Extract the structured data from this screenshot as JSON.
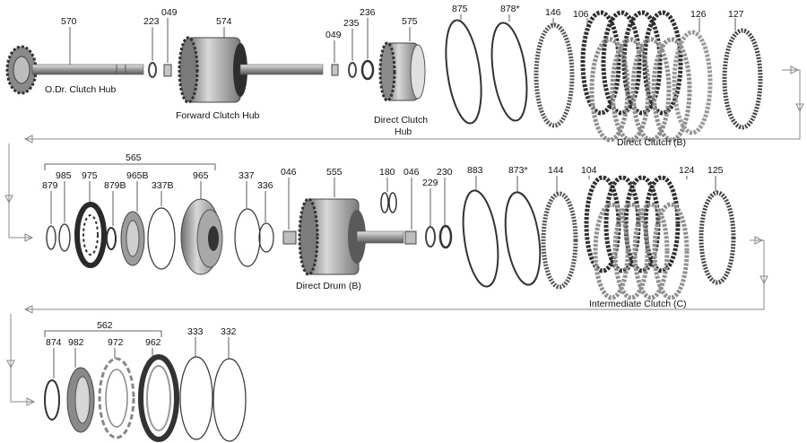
{
  "labels": {
    "p570": "570",
    "p223": "223",
    "p049a": "049",
    "p574": "574",
    "p049b": "049",
    "p235": "235",
    "p236": "236",
    "p575": "575",
    "p875": "875",
    "p878": "878*",
    "p146": "146",
    "p106": "106",
    "p126": "126",
    "p127": "127",
    "p565": "565",
    "p879": "879",
    "p985": "985",
    "p975": "975",
    "p879b": "879B",
    "p965b": "965B",
    "p337b": "337B",
    "p965": "965",
    "p337": "337",
    "p336": "336",
    "p046a": "046",
    "p555": "555",
    "p180": "180",
    "p046b": "046",
    "p229": "229",
    "p230": "230",
    "p883": "883",
    "p873": "873*",
    "p144": "144",
    "p104": "104",
    "p124": "124",
    "p125": "125",
    "p562": "562",
    "p874": "874",
    "p982": "982",
    "p972": "972",
    "p962": "962",
    "p333": "333",
    "p332": "332"
  },
  "captions": {
    "odr_clutch_hub": "O.Dr. Clutch Hub",
    "forward_clutch_hub": "Forward Clutch Hub",
    "direct_clutch_hub_1": "Direct Clutch",
    "direct_clutch_hub_2": "Hub",
    "direct_clutch_b": "Direct Clutch (B)",
    "direct_drum_b": "Direct Drum (B)",
    "intermediate_clutch_c": "Intermediate Clutch (C)"
  },
  "colors": {
    "ink": "#111111",
    "metal_dark": "#3a3a3a",
    "metal_mid": "#8a8a8a",
    "metal_light": "#c9c9c9",
    "flow": "#888888"
  }
}
